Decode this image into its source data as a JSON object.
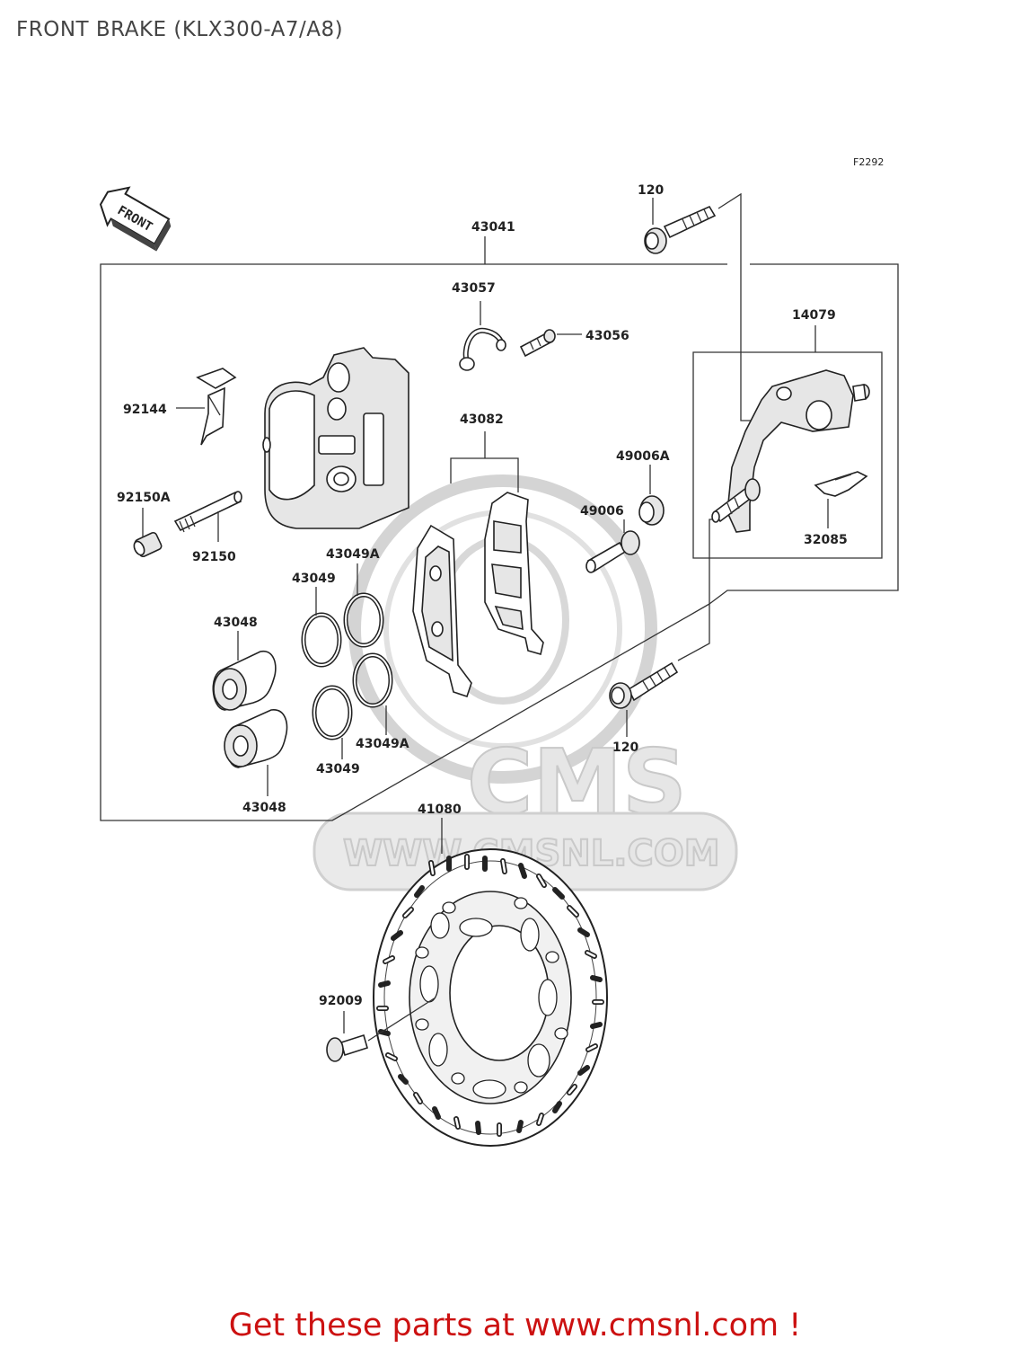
{
  "page": {
    "title": "FRONT BRAKE (KLX300-A7/A8)",
    "figure_code": "F2292",
    "front_marker": "FRONT",
    "footer_text": "Get these parts at www.cmsnl.com !",
    "accent_color": "#cc1111"
  },
  "watermark": {
    "brand": "CMS",
    "url": "WWW.CMSNL.COM"
  },
  "callouts": {
    "c120_top": "120",
    "c43041": "43041",
    "c43057": "43057",
    "c43056": "43056",
    "c14079": "14079",
    "c92144": "92144",
    "c43082": "43082",
    "c49006A": "49006A",
    "c92150A": "92150A",
    "c49006": "49006",
    "c32085": "32085",
    "c92150": "92150",
    "c43049A_top": "43049A",
    "c43049_top": "43049",
    "c43048_top": "43048",
    "c120_bottom": "120",
    "c43049A_bottom": "43049A",
    "c43049_bottom": "43049",
    "c43048_bottom": "43048",
    "c41080": "41080",
    "c92009": "92009"
  }
}
